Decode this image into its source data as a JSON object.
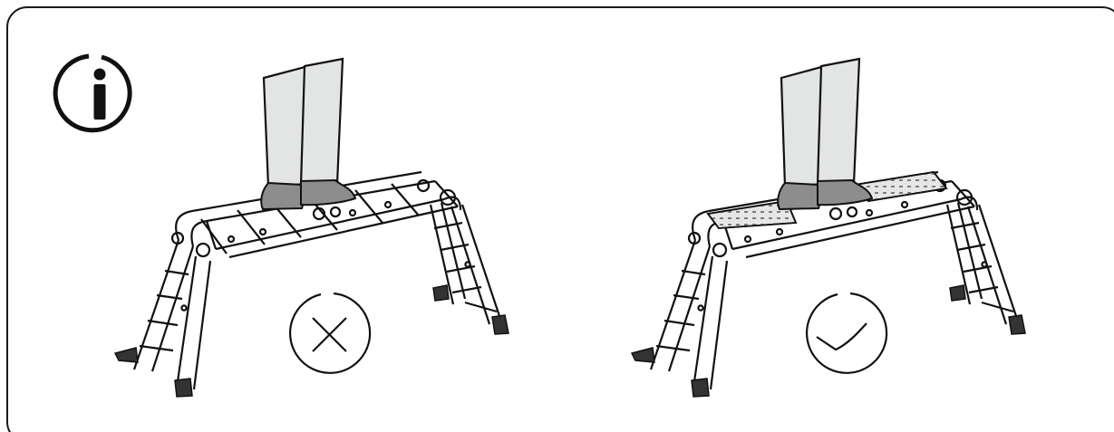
{
  "panel": {
    "border_color": "#1a1a1a",
    "background": "#ffffff"
  },
  "info_icon": {
    "icon": "info-icon"
  },
  "scenes": [
    {
      "variant": "incorrect",
      "description_icon": "cross-icon",
      "platform": "rungs-only",
      "trouser_color": "#e3e5e4",
      "shoe_color": "#8d8d8d"
    },
    {
      "variant": "correct",
      "description_icon": "check-icon",
      "platform": "perforated-board",
      "trouser_color": "#e3e5e4",
      "shoe_color": "#8d8d8d",
      "board_color": "#e6e6e6"
    }
  ]
}
